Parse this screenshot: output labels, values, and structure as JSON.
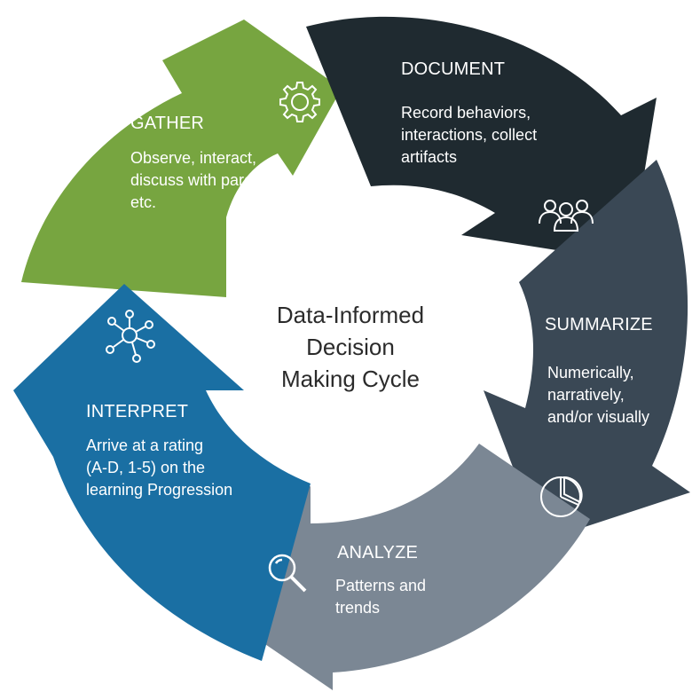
{
  "center_title": "Data-Informed\nDecision\nMaking Cycle",
  "stages": [
    {
      "key": "gather",
      "title": "GATHER",
      "description": "Observe, interact,\ndiscuss with parents\netc.",
      "color": "#77a540",
      "icon": "gear-icon"
    },
    {
      "key": "document",
      "title": "DOCUMENT",
      "description": "Record behaviors,\ninteractions, collect\nartifacts",
      "color": "#1f2a30",
      "icon": "people-icon"
    },
    {
      "key": "summarize",
      "title": "SUMMARIZE",
      "description": "Numerically,\nnarratively,\nand/or visually",
      "color": "#3a4855",
      "icon": "pie-chart-icon"
    },
    {
      "key": "analyze",
      "title": "ANALYZE",
      "description": "Patterns and\ntrends",
      "color": "#7b8794",
      "icon": "magnifier-icon"
    },
    {
      "key": "interpret",
      "title": "INTERPRET",
      "description": "Arrive at a rating\n(A-D, 1-5) on the\nlearning Progression",
      "color": "#1a6fa3",
      "icon": "network-icon"
    }
  ]
}
